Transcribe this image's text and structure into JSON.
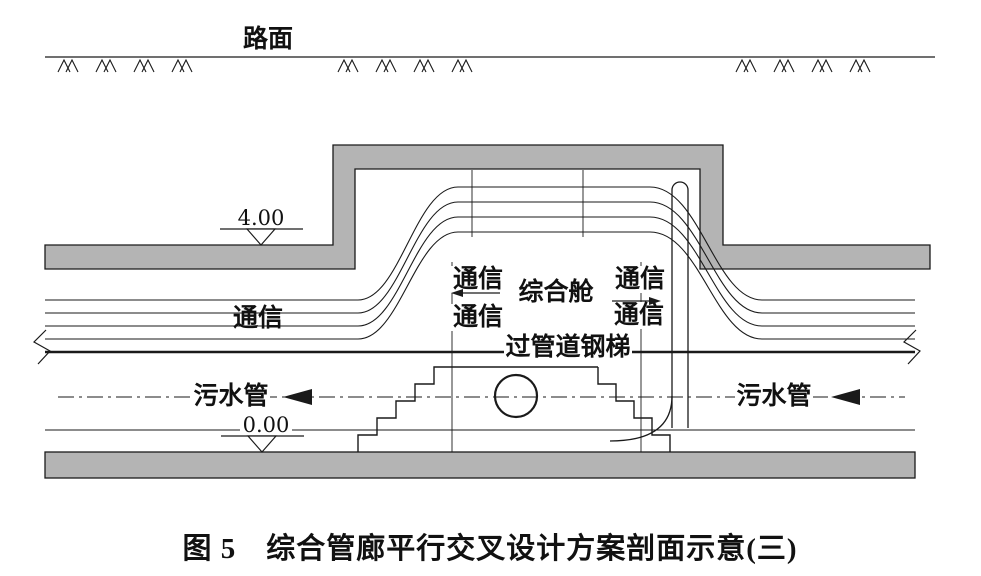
{
  "labels": {
    "road_surface": "路面",
    "elevation_top": "4.00",
    "elevation_bottom": "0.00",
    "comm_left": "通信",
    "comm_top_left": "通信",
    "comm_top_right": "通信",
    "comm_bottom_left": "通信",
    "comm_bottom_right": "通信",
    "cabin": "综合舱",
    "ladder": "过管道钢梯",
    "sewage_left": "污水管",
    "sewage_right": "污水管"
  },
  "caption": "图 5　综合管廊平行交叉设计方案剖面示意(三)",
  "colors": {
    "concrete_fill": "#b4b4b4",
    "line": "#1a1a1a",
    "background": "#ffffff"
  }
}
